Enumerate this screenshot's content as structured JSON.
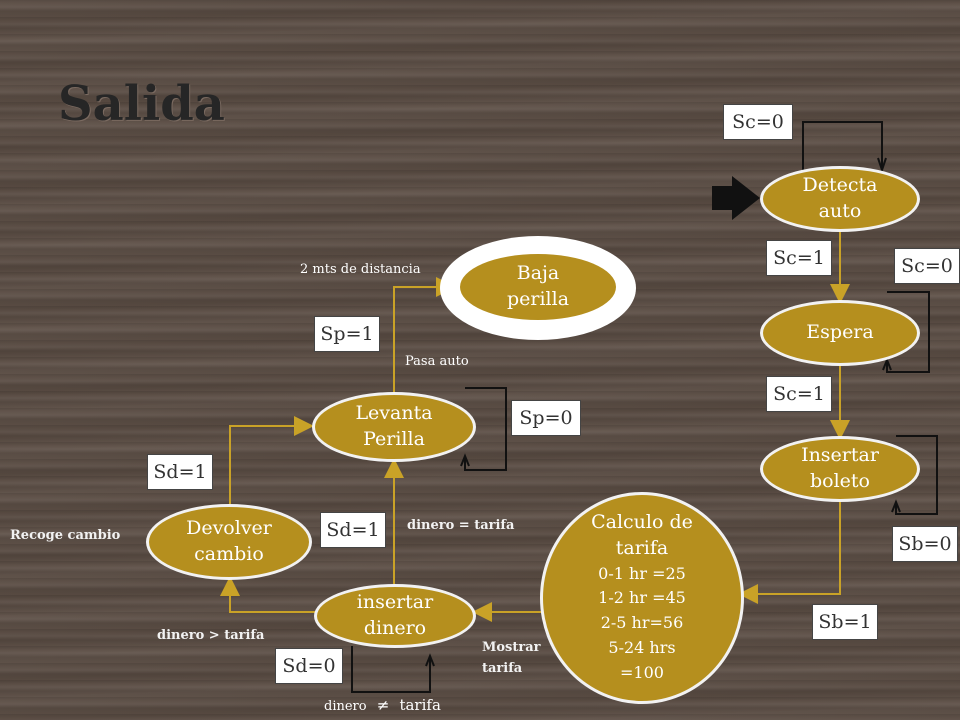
{
  "title": "Salida",
  "states": {
    "detecta": "Detecta\nauto",
    "espera": "Espera",
    "insertar_boleto": "Insertar\nboleto",
    "calculo_title": "Calculo de\ntarifa",
    "calculo_lines": [
      "0-1 hr =25",
      "1-2 hr =45",
      "2-5 hr=56",
      "5-24 hrs",
      "=100"
    ],
    "insertar_dinero": "insertar\ndinero",
    "devolver": "Devolver\ncambio",
    "levanta": "Levanta\nPerilla",
    "baja": "Baja\nperilla"
  },
  "boxes": {
    "sc0_top": "Sc=0",
    "sc1_a": "Sc=1",
    "sc0_right": "Sc=0",
    "sc1_b": "Sc=1",
    "sb0": "Sb=0",
    "sb1": "Sb=1",
    "sd1_a": "Sd=1",
    "sd1_b": "Sd=1",
    "sd0": "Sd=0",
    "sp1": "Sp=1",
    "sp0": "Sp=0"
  },
  "labels": {
    "dos_mts": "2 mts de distancia",
    "pasa_auto": "Pasa auto",
    "dinero_igual": "dinero = tarifa",
    "recoge": "Recoge cambio",
    "dinero_mayor": "dinero > tarifa",
    "mostrar": "Mostrar\ntarifa",
    "dinero_neq_a": "dinero",
    "neq": "≠",
    "dinero_neq_b": "tarifa"
  },
  "colors": {
    "state_fill": "#b58f1e",
    "line": "#c9a227",
    "background": "#5b4d44"
  }
}
